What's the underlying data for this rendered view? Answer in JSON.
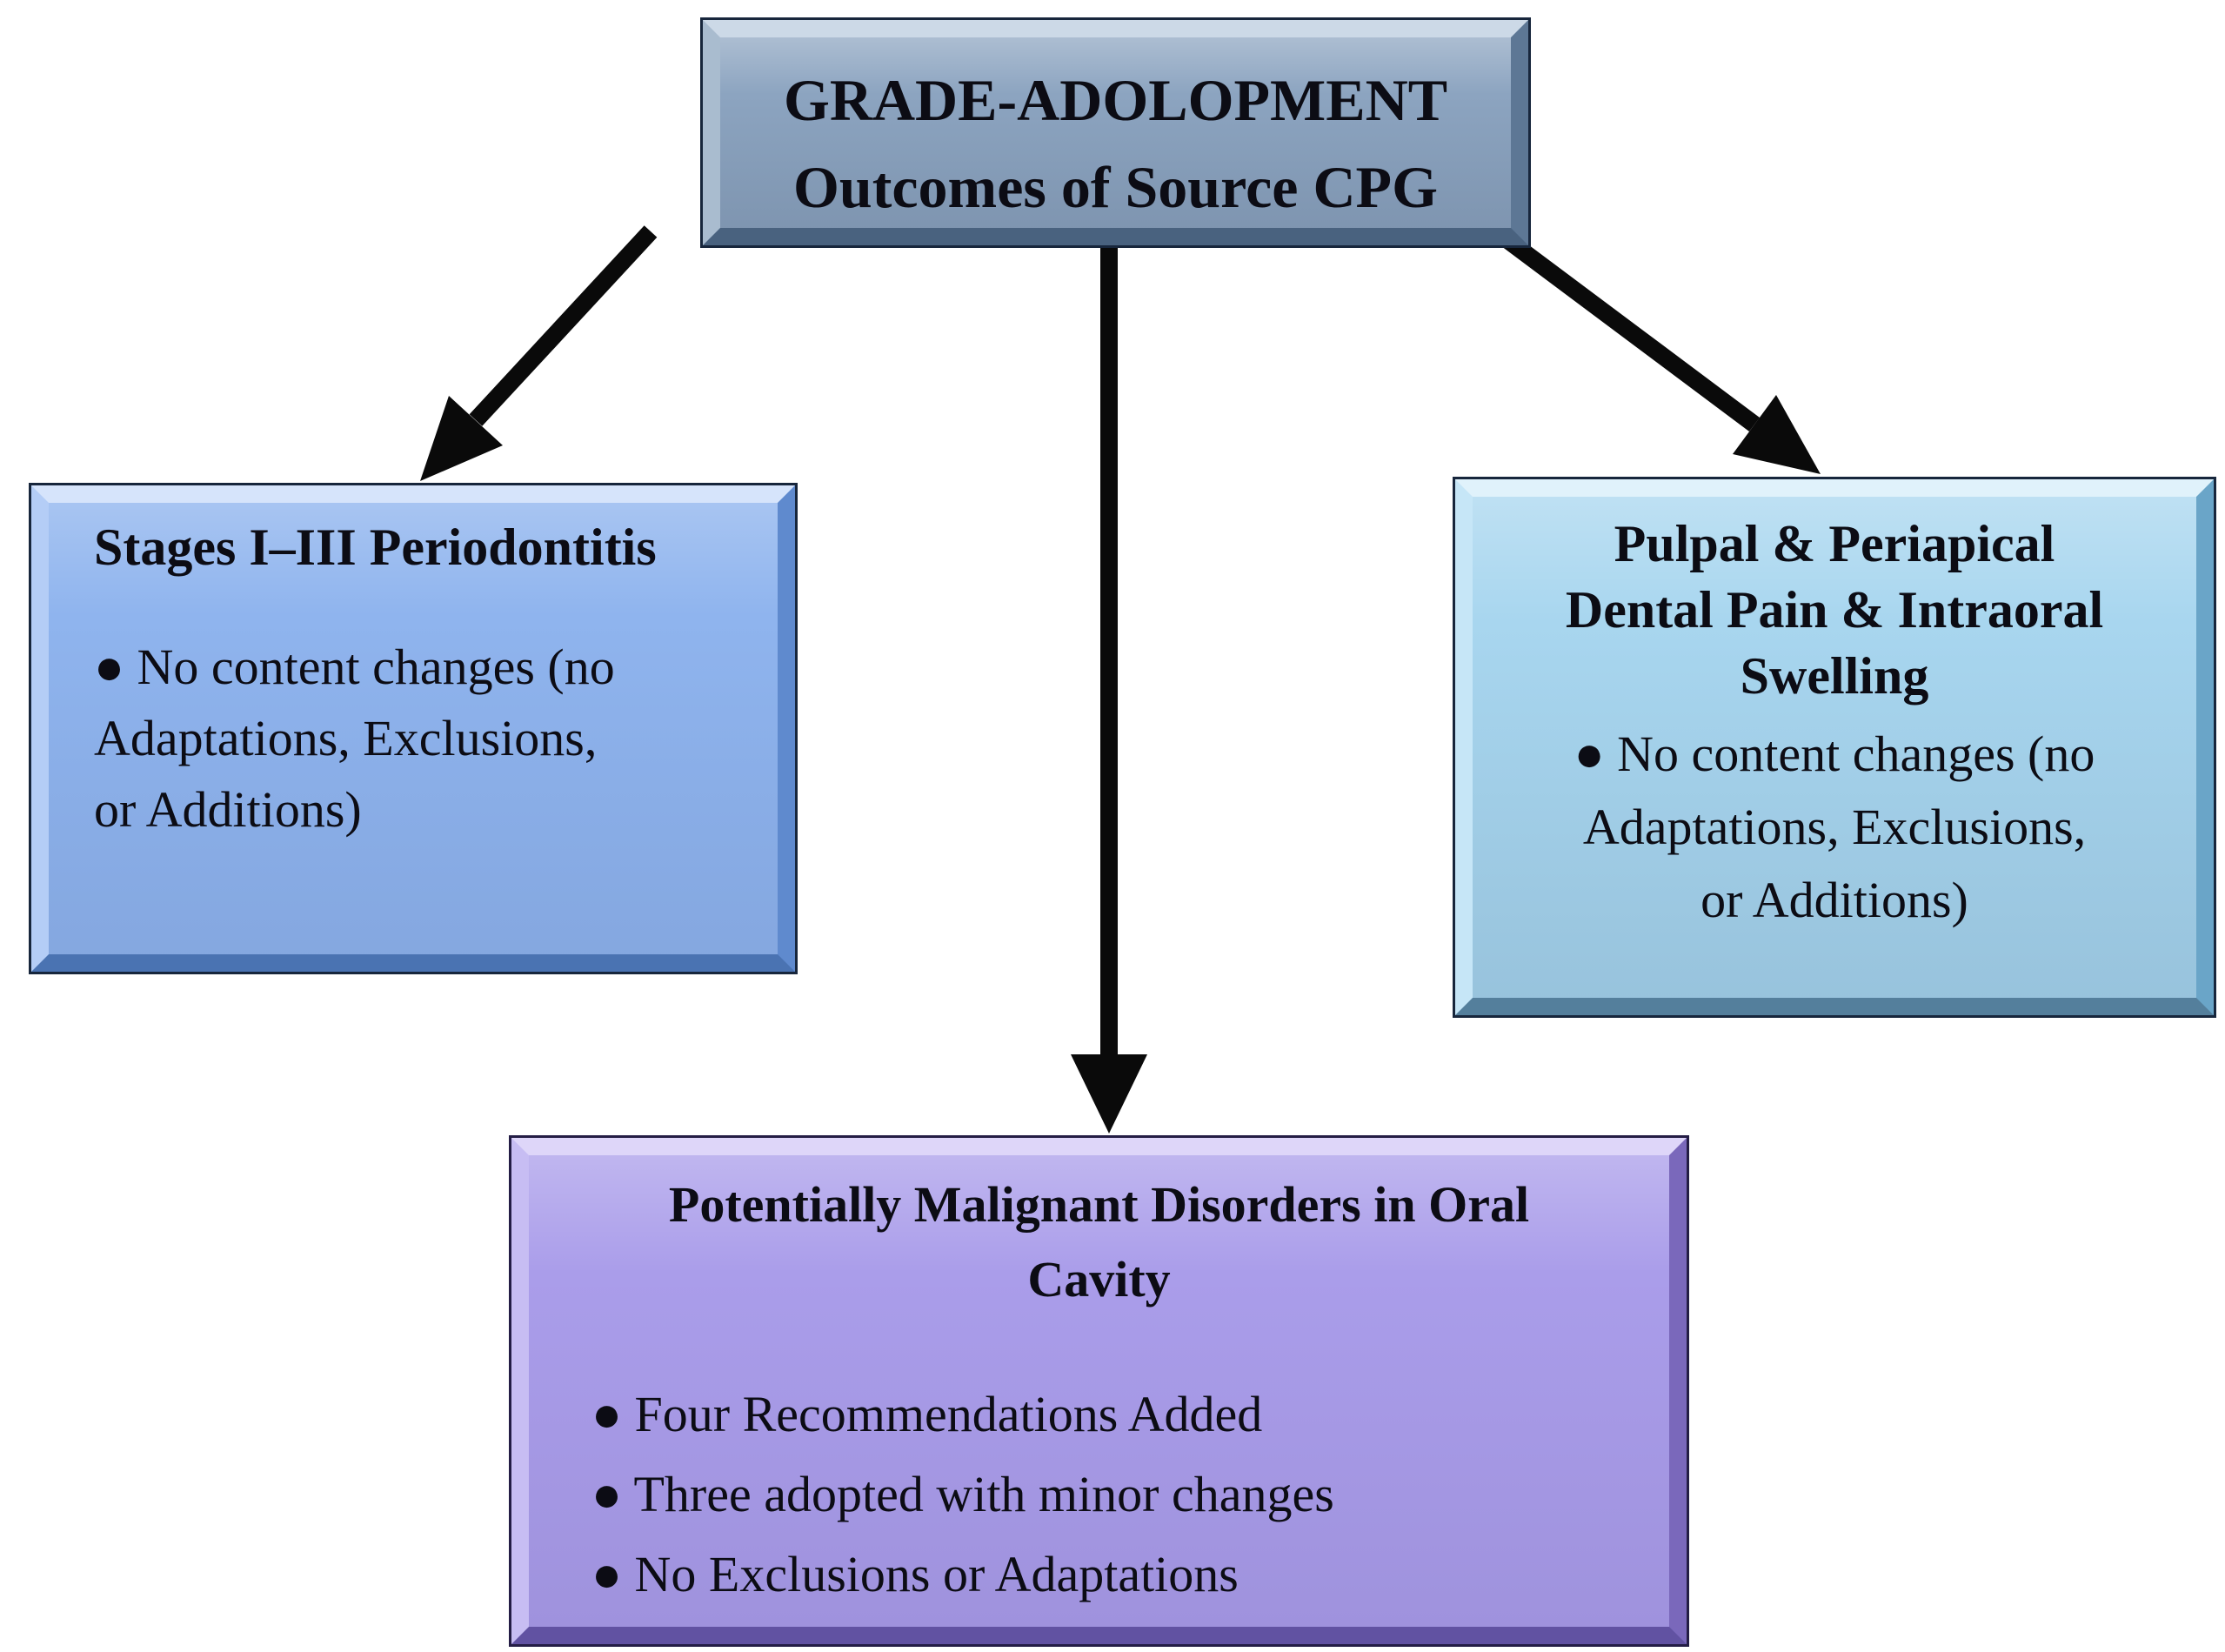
{
  "title": {
    "line1": "GRADE-ADOLOPMENT",
    "line2": "Outcomes of Source CPG"
  },
  "left_box": {
    "heading": "Stages I–III Periodontitis",
    "bullet_line1": "● No content changes (no",
    "bullet_line2": "Adaptations, Exclusions,",
    "bullet_line3": "or Additions)"
  },
  "right_box": {
    "heading_line1": "Pulpal & Periapical",
    "heading_line2": "Dental Pain & Intraoral",
    "heading_line3": "Swelling",
    "bullet_line1": "● No content changes (no",
    "bullet_line2": "Adaptations, Exclusions,",
    "bullet_line3": "or Additions)"
  },
  "bottom_box": {
    "heading_line1": "Potentially Malignant Disorders in Oral",
    "heading_line2": "Cavity",
    "bullet1": "● Four Recommendations Added",
    "bullet2": "● Three adopted with minor changes",
    "bullet3": "● No Exclusions or Adaptations"
  },
  "colors": {
    "root_box_fill": "#8ca4c0",
    "left_box_fill": "#8fb4ee",
    "right_box_fill": "#a8d6ef",
    "bottom_box_fill": "#aa9dea",
    "arrow": "#0a0a0a",
    "text": "#0c0c14"
  }
}
